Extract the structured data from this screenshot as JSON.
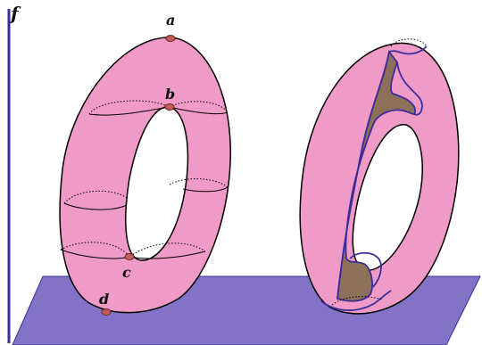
{
  "labels": {
    "axis": "f",
    "point_a": "a",
    "point_b": "b",
    "point_c": "c",
    "point_d": "d"
  },
  "colors": {
    "torus_fill": "#f09ac8",
    "plane_fill": "#8373c8",
    "axis_line": "#3b2d9a",
    "cut_surface": "#8c7158",
    "cut_edge": "#3b2d9a",
    "critical_point": "#c45a5a"
  },
  "icons": {
    "axis": "height-function-axis",
    "points": "critical-point-marker"
  }
}
